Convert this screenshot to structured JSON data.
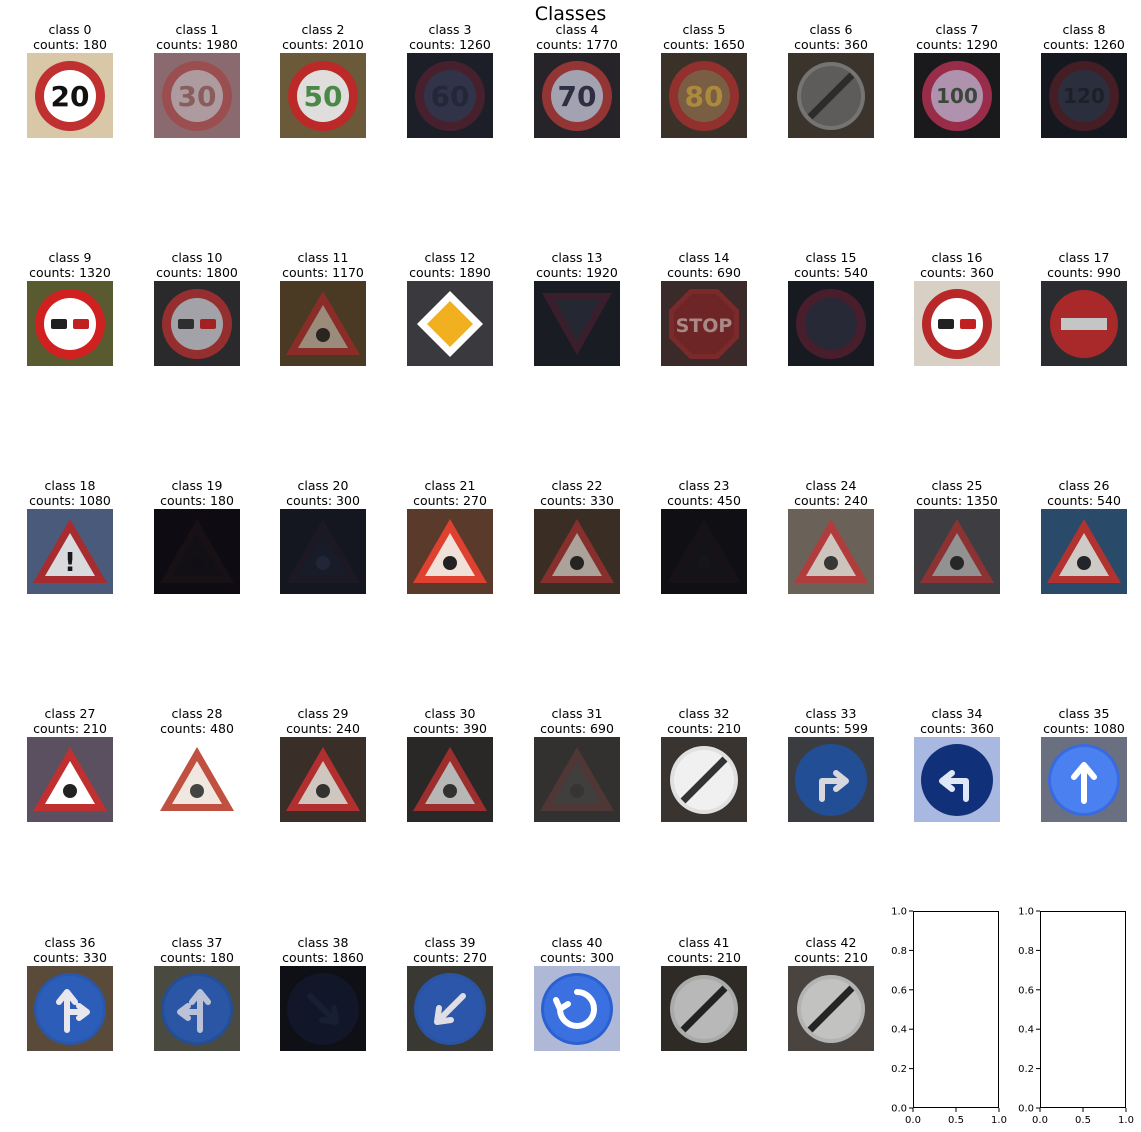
{
  "chart_data": {
    "type": "image-grid",
    "title": "Classes",
    "cells": [
      {
        "label": "class 0",
        "counts_label": "counts: 180",
        "count": 180,
        "sign": "speed",
        "text": "20",
        "bg": "#d9c8a8",
        "ring": "#c03030",
        "face": "#ffffff",
        "glyph": "#111111",
        "dim": 1.0
      },
      {
        "label": "class 1",
        "counts_label": "counts: 1980",
        "count": 1980,
        "sign": "speed",
        "text": "30",
        "bg": "#8a6a6e",
        "ring": "#a04848",
        "face": "#b8a8ad",
        "glyph": "#8a5a5a",
        "dim": 0.8
      },
      {
        "label": "class 2",
        "counts_label": "counts: 2010",
        "count": 2010,
        "sign": "speed",
        "text": "50",
        "bg": "#6a5a3a",
        "ring": "#c02828",
        "face": "#e6e6e6",
        "glyph": "#4a8a4a",
        "dim": 0.95
      },
      {
        "label": "class 3",
        "counts_label": "counts: 1260",
        "count": 1260,
        "sign": "speed",
        "text": "60",
        "bg": "#1c1e28",
        "ring": "#5a2230",
        "face": "#3a3c58",
        "glyph": "#2a2c40",
        "dim": 0.7
      },
      {
        "label": "class 4",
        "counts_label": "counts: 1770",
        "count": 1770,
        "sign": "speed",
        "text": "70",
        "bg": "#262428",
        "ring": "#a83838",
        "face": "#b8b8c8",
        "glyph": "#303048",
        "dim": 0.85
      },
      {
        "label": "class 5",
        "counts_label": "counts: 1650",
        "count": 1650,
        "sign": "speed",
        "text": "80",
        "bg": "#3a3228",
        "ring": "#a83030",
        "face": "#8a6a4a",
        "glyph": "#c8a040",
        "dim": 0.8
      },
      {
        "label": "class 6",
        "counts_label": "counts: 360",
        "count": 360,
        "sign": "endlimit",
        "text": "",
        "bg": "#3a342c",
        "ring": "#8a8a8a",
        "face": "#6a6a6a",
        "glyph": "#2a2a2a",
        "dim": 0.75
      },
      {
        "label": "class 7",
        "counts_label": "counts: 1290",
        "count": 1290,
        "sign": "speed",
        "text": "100",
        "bg": "#1a1a1c",
        "ring": "#b03050",
        "face": "#c8a8c8",
        "glyph": "#405040",
        "dim": 0.85
      },
      {
        "label": "class 8",
        "counts_label": "counts: 1260",
        "count": 1260,
        "sign": "speed",
        "text": "120",
        "bg": "#161820",
        "ring": "#5a2028",
        "face": "#343848",
        "glyph": "#22242e",
        "dim": 0.7
      },
      {
        "label": "class 9",
        "counts_label": "counts: 1320",
        "count": 1320,
        "sign": "nopass",
        "text": "",
        "bg": "#5a5a30",
        "ring": "#d02020",
        "face": "#ffffff",
        "glyph": "#202020",
        "dim": 1.0
      },
      {
        "label": "class 10",
        "counts_label": "counts: 1800",
        "count": 1800,
        "sign": "nopass",
        "text": "",
        "bg": "#2a2a2c",
        "ring": "#b03030",
        "face": "#c0c0c8",
        "glyph": "#303030",
        "dim": 0.8
      },
      {
        "label": "class 11",
        "counts_label": "counts: 1170",
        "count": 1170,
        "sign": "triangle",
        "text": "",
        "bg": "#4a3a24",
        "ring": "#9a2a2a",
        "face": "#b0a090",
        "glyph": "#222222",
        "dim": 0.8
      },
      {
        "label": "class 12",
        "counts_label": "counts: 1890",
        "count": 1890,
        "sign": "priority",
        "text": "",
        "bg": "#3a3a3e",
        "ring": "#ffffff",
        "face": "#f0b020",
        "glyph": "#f0b020",
        "dim": 1.0
      },
      {
        "label": "class 13",
        "counts_label": "counts: 1920",
        "count": 1920,
        "sign": "yield",
        "text": "",
        "bg": "#1a1c24",
        "ring": "#4a2030",
        "face": "#2a2c38",
        "glyph": "#2a2c38",
        "dim": 0.7
      },
      {
        "label": "class 14",
        "counts_label": "counts: 690",
        "count": 690,
        "sign": "stop",
        "text": "STOP",
        "bg": "#3a2a2a",
        "ring": "#8a2a2a",
        "face": "#7a2424",
        "glyph": "#c8a0a0",
        "dim": 0.8
      },
      {
        "label": "class 15",
        "counts_label": "counts: 540",
        "count": 540,
        "sign": "novehicle",
        "text": "",
        "bg": "#181a22",
        "ring": "#5a2030",
        "face": "#2c2e3e",
        "glyph": "#2c2e3e",
        "dim": 0.75
      },
      {
        "label": "class 16",
        "counts_label": "counts: 360",
        "count": 360,
        "sign": "nopass",
        "text": "",
        "bg": "#d8d0c4",
        "ring": "#b82828",
        "face": "#ffffff",
        "glyph": "#222222",
        "dim": 1.0
      },
      {
        "label": "class 17",
        "counts_label": "counts: 990",
        "count": 990,
        "sign": "noentry",
        "text": "",
        "bg": "#2a2c30",
        "ring": "#b02828",
        "face": "#c02828",
        "glyph": "#e0e0e0",
        "dim": 0.85
      },
      {
        "label": "class 18",
        "counts_label": "counts: 1080",
        "count": 1080,
        "sign": "triangle",
        "text": "!",
        "bg": "#4a5a7a",
        "ring": "#b02828",
        "face": "#e8e8e8",
        "glyph": "#111111",
        "dim": 0.9
      },
      {
        "label": "class 19",
        "counts_label": "counts: 180",
        "count": 180,
        "sign": "triangle",
        "text": "",
        "bg": "#0e0c12",
        "ring": "#201418",
        "face": "#181418",
        "glyph": "#14121a",
        "dim": 0.5
      },
      {
        "label": "class 20",
        "counts_label": "counts: 300",
        "count": 300,
        "sign": "triangle",
        "text": "",
        "bg": "#141620",
        "ring": "#241c28",
        "face": "#1c2030",
        "glyph": "#2a3448",
        "dim": 0.55
      },
      {
        "label": "class 21",
        "counts_label": "counts: 270",
        "count": 270,
        "sign": "triangle",
        "text": "",
        "bg": "#5a3a2a",
        "ring": "#e04030",
        "face": "#f0e0d8",
        "glyph": "#222222",
        "dim": 1.0
      },
      {
        "label": "class 22",
        "counts_label": "counts: 330",
        "count": 330,
        "sign": "triangle",
        "text": "",
        "bg": "#3a2e24",
        "ring": "#9a3030",
        "face": "#c8c0b8",
        "glyph": "#222222",
        "dim": 0.8
      },
      {
        "label": "class 23",
        "counts_label": "counts: 450",
        "count": 450,
        "sign": "triangle",
        "text": "",
        "bg": "#101014",
        "ring": "#1e1418",
        "face": "#18181c",
        "glyph": "#1a1a20",
        "dim": 0.5
      },
      {
        "label": "class 24",
        "counts_label": "counts: 240",
        "count": 240,
        "sign": "triangle",
        "text": "",
        "bg": "#6a6258",
        "ring": "#b83a3a",
        "face": "#d8d0c8",
        "glyph": "#333333",
        "dim": 0.9
      },
      {
        "label": "class 25",
        "counts_label": "counts: 1350",
        "count": 1350,
        "sign": "triangle",
        "text": "",
        "bg": "#3e3e42",
        "ring": "#a03030",
        "face": "#a8a8a8",
        "glyph": "#222222",
        "dim": 0.8
      },
      {
        "label": "class 26",
        "counts_label": "counts: 540",
        "count": 540,
        "sign": "triangle",
        "text": "",
        "bg": "#2a4a6a",
        "ring": "#c03028",
        "face": "#e0d8d0",
        "glyph": "#222222",
        "dim": 0.9
      },
      {
        "label": "class 27",
        "counts_label": "counts: 210",
        "count": 210,
        "sign": "triangle",
        "text": "",
        "bg": "#5a5060",
        "ring": "#c03030",
        "face": "#ffffff",
        "glyph": "#222222",
        "dim": 1.0
      },
      {
        "label": "class 28",
        "counts_label": "counts: 480",
        "count": 480,
        "sign": "triangle",
        "text": "",
        "bg": "#ffffff",
        "ring": "#c05040",
        "face": "#f0e8e0",
        "glyph": "#444444",
        "dim": 1.0
      },
      {
        "label": "class 29",
        "counts_label": "counts: 240",
        "count": 240,
        "sign": "triangle",
        "text": "",
        "bg": "#3a2e28",
        "ring": "#c03030",
        "face": "#e0d8d0",
        "glyph": "#333333",
        "dim": 0.9
      },
      {
        "label": "class 30",
        "counts_label": "counts: 390",
        "count": 390,
        "sign": "triangle",
        "text": "",
        "bg": "#2a2826",
        "ring": "#b03030",
        "face": "#d0d0d0",
        "glyph": "#333333",
        "dim": 0.85
      },
      {
        "label": "class 31",
        "counts_label": "counts: 690",
        "count": 690,
        "sign": "triangle",
        "text": "",
        "bg": "#333030",
        "ring": "#5a3a38",
        "face": "#484444",
        "glyph": "#3a3636",
        "dim": 0.7
      },
      {
        "label": "class 32",
        "counts_label": "counts: 210",
        "count": 210,
        "sign": "endlimit",
        "text": "",
        "bg": "#3a3430",
        "ring": "#e0e0e0",
        "face": "#f0f0f0",
        "glyph": "#333333",
        "dim": 1.0
      },
      {
        "label": "class 33",
        "counts_label": "counts: 599",
        "count": 599,
        "sign": "blue",
        "text": "right",
        "bg": "#3a3c40",
        "ring": "#2050a0",
        "face": "#2050a0",
        "glyph": "#e8e8f0",
        "dim": 0.9
      },
      {
        "label": "class 34",
        "counts_label": "counts: 360",
        "count": 360,
        "sign": "blue",
        "text": "left",
        "bg": "#a8b8e0",
        "ring": "#10307a",
        "face": "#10307a",
        "glyph": "#e0e8f8",
        "dim": 1.0
      },
      {
        "label": "class 35",
        "counts_label": "counts: 1080",
        "count": 1080,
        "sign": "blue",
        "text": "up",
        "bg": "#6a7080",
        "ring": "#3a6ae0",
        "face": "#4a80f0",
        "glyph": "#ffffff",
        "dim": 1.0
      },
      {
        "label": "class 36",
        "counts_label": "counts: 330",
        "count": 330,
        "sign": "blue",
        "text": "upright",
        "bg": "#5a4a3a",
        "ring": "#2858b0",
        "face": "#2a60c0",
        "glyph": "#f0f0f8",
        "dim": 0.95
      },
      {
        "label": "class 37",
        "counts_label": "counts: 180",
        "count": 180,
        "sign": "blue",
        "text": "upleft",
        "bg": "#4a4a40",
        "ring": "#2050a0",
        "face": "#2858b0",
        "glyph": "#c8d0e8",
        "dim": 0.9
      },
      {
        "label": "class 38",
        "counts_label": "counts: 1860",
        "count": 1860,
        "sign": "blue",
        "text": "downright",
        "bg": "#0e1016",
        "ring": "#141c34",
        "face": "#141c34",
        "glyph": "#1e2a48",
        "dim": 0.6
      },
      {
        "label": "class 39",
        "counts_label": "counts: 270",
        "count": 270,
        "sign": "blue",
        "text": "downleft",
        "bg": "#3a3832",
        "ring": "#2858b0",
        "face": "#2a5ab8",
        "glyph": "#f0f0f8",
        "dim": 0.9
      },
      {
        "label": "class 40",
        "counts_label": "counts: 300",
        "count": 300,
        "sign": "blue",
        "text": "round",
        "bg": "#b0b8d8",
        "ring": "#2a60d0",
        "face": "#3a70e0",
        "glyph": "#ffffff",
        "dim": 1.0
      },
      {
        "label": "class 41",
        "counts_label": "counts: 210",
        "count": 210,
        "sign": "endlimit",
        "text": "",
        "bg": "#2e2a26",
        "ring": "#b8b8b8",
        "face": "#c8c8c8",
        "glyph": "#222222",
        "dim": 0.9
      },
      {
        "label": "class 42",
        "counts_label": "counts: 210",
        "count": 210,
        "sign": "endlimit",
        "text": "",
        "bg": "#4a4440",
        "ring": "#c0c0c0",
        "face": "#d0d0d0",
        "glyph": "#222222",
        "dim": 0.9
      }
    ],
    "empty_axes": [
      {
        "xlim": [
          0,
          1
        ],
        "ylim": [
          0,
          1
        ],
        "xticks": [
          "0.0",
          "0.5",
          "1.0"
        ],
        "yticks": [
          "0.0",
          "0.2",
          "0.4",
          "0.6",
          "0.8",
          "1.0"
        ]
      },
      {
        "xlim": [
          0,
          1
        ],
        "ylim": [
          0,
          1
        ],
        "xticks": [
          "0.0",
          "0.5",
          "1.0"
        ],
        "yticks": [
          "0.0",
          "0.2",
          "0.4",
          "0.6",
          "0.8",
          "1.0"
        ]
      }
    ]
  }
}
